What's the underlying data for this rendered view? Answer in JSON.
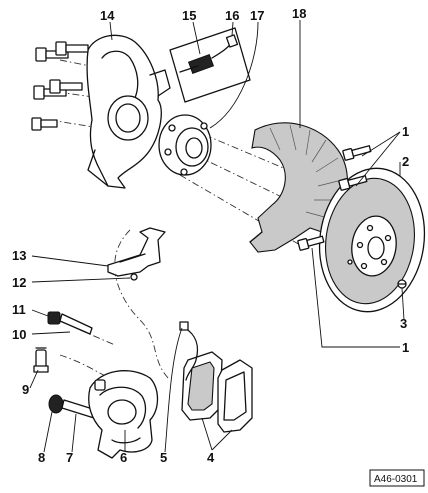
{
  "callouts": [
    {
      "id": "1a",
      "label": "1"
    },
    {
      "id": "2",
      "label": "2"
    },
    {
      "id": "3",
      "label": "3"
    },
    {
      "id": "1b",
      "label": "1"
    },
    {
      "id": "4",
      "label": "4"
    },
    {
      "id": "5",
      "label": "5"
    },
    {
      "id": "6",
      "label": "6"
    },
    {
      "id": "7",
      "label": "7"
    },
    {
      "id": "8",
      "label": "8"
    },
    {
      "id": "9",
      "label": "9"
    },
    {
      "id": "10",
      "label": "10"
    },
    {
      "id": "11",
      "label": "11"
    },
    {
      "id": "12",
      "label": "12"
    },
    {
      "id": "13",
      "label": "13"
    },
    {
      "id": "14",
      "label": "14"
    },
    {
      "id": "15",
      "label": "15"
    },
    {
      "id": "16",
      "label": "16"
    },
    {
      "id": "17",
      "label": "17"
    },
    {
      "id": "18",
      "label": "18"
    }
  ],
  "reference_code": "A46-0301",
  "colors": {
    "line": "#111111",
    "background": "#ffffff",
    "shade": "#c9c9c9"
  }
}
